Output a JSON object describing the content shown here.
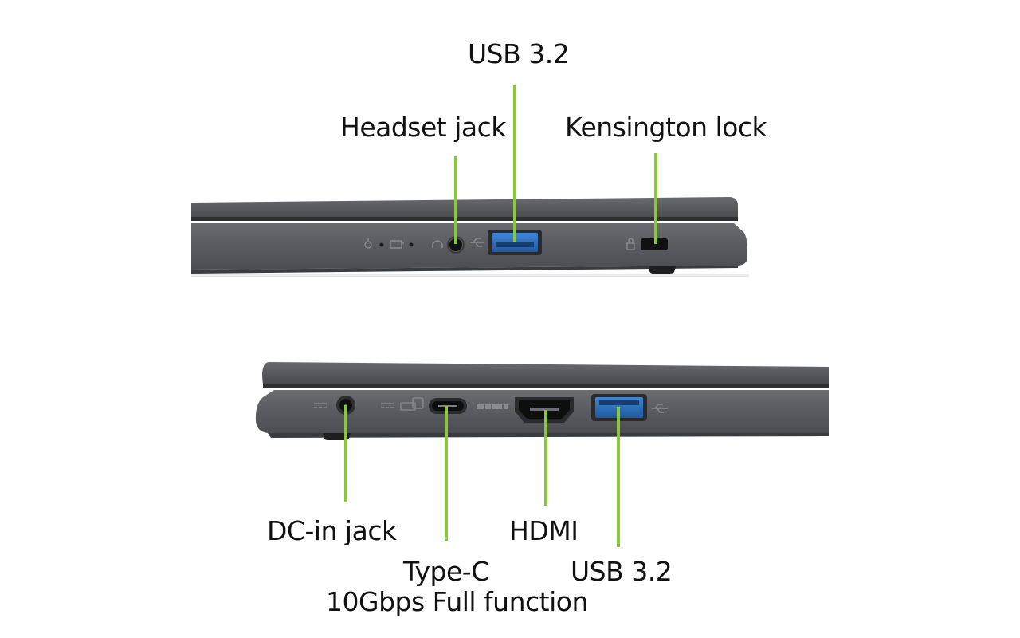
{
  "colors": {
    "leader_line": "#8CC63F",
    "chassis": "#5d5e62",
    "usb_port": "#2d6db5",
    "text": "#111111"
  },
  "top_view": {
    "labels": {
      "usb": "USB 3.2",
      "headset": "Headset jack",
      "kensington": "Kensington lock"
    }
  },
  "bottom_view": {
    "labels": {
      "dc_in": "DC-in jack",
      "type_c_line1": "Type-C",
      "type_c_line2": "10Gbps Full function",
      "hdmi": "HDMI",
      "usb": "USB 3.2"
    }
  },
  "icons": [
    "power-led-icon",
    "battery-led-icon",
    "headset-icon",
    "usb-symbol-icon",
    "lock-icon",
    "usb-c-logo-icon",
    "hdmi-logo-icon"
  ]
}
